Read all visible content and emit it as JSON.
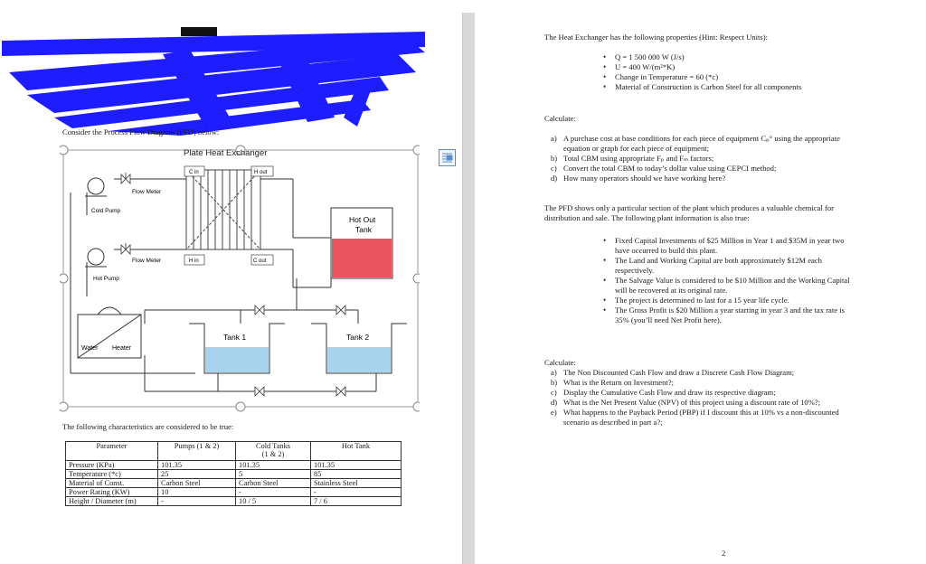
{
  "left": {
    "intro": "Consider the Process Flow Diagram (PFD) below:",
    "diagram": {
      "title": "Plate Heat Exchanger",
      "c_in": "C in",
      "h_out": "H out",
      "h_in": "H in",
      "c_out": "C out",
      "flow_meter_1": "Flow Meter",
      "flow_meter_2": "Flow Meter",
      "cold_pump": "Cold Pump",
      "hot_pump": "Hot Pump",
      "hot_out_tank": "Hot Out\nTank",
      "tank1": "Tank 1",
      "tank2": "Tank 2",
      "water_heater_1": "Water",
      "water_heater_2": "Heater"
    },
    "chars_intro": "The following characteristics are considered to be true:",
    "table": {
      "headers": [
        "Parameter",
        "Pumps (1 & 2)",
        "Cold Tanks\n(1 & 2)",
        "Hot Tank"
      ],
      "rows": [
        [
          "Pressure (KPa)",
          "101.35",
          "101.35",
          "101.35"
        ],
        [
          "Temperature (*c)",
          "25",
          "5",
          "85"
        ],
        [
          "Material of Const.",
          "Carbon Steel",
          "Carbon Steel",
          "Stainless Steel"
        ],
        [
          "Power Rating (KW)",
          "10",
          "-",
          "-"
        ],
        [
          "Height / Diameter (m)",
          "-",
          "10 / 5",
          "7 / 6"
        ]
      ]
    }
  },
  "right": {
    "hx_intro": "The Heat Exchanger has the following properties (Hint: Respect Units):",
    "hx_props": [
      "Q = 1 500 000 W (J/s)",
      "U = 400 W/(m²*K)",
      "Change in Temperature = 60 (*c)",
      "Material of Construction is Carbon Steel for all components"
    ],
    "calc1": "Calculate:",
    "calc1_items": [
      {
        "label": "a)",
        "lines": [
          "A purchase cost at base conditions for each piece of equipment Cₚ° using the appropriate",
          "equation or graph for each piece of equipment;"
        ]
      },
      {
        "label": "b)",
        "lines": [
          "Total CBM using appropriate Fₚ and Fₘ factors;"
        ]
      },
      {
        "label": "c)",
        "lines": [
          "Convert the total CBM to today’s dollar value using CEPCI method;"
        ]
      },
      {
        "label": "d)",
        "lines": [
          "How many operators should we have working here?"
        ]
      }
    ],
    "pfd_para": [
      "The PFD shows only a particular section of the plant which produces a valuable chemical for",
      "distribution and sale.  The following plant information is also true:"
    ],
    "plant_info": [
      [
        "Fixed Capital Investments of $25 Million in Year 1 and $35M in year two",
        "have occurred to build this plant."
      ],
      [
        "The Land and Working Capital are both approximately $12M each",
        "respectively."
      ],
      [
        "The Salvage Value is considered to be $10 Million and the Working Capital",
        "will be recovered at its original rate."
      ],
      [
        "The project is determined to last for a 15 year life cycle."
      ],
      [
        "The Gross Profit is $20 Million a year starting in year 3 and the tax rate is",
        "35% (you’ll need Net Profit here)."
      ]
    ],
    "calc2": "Calculate:",
    "calc2_items": [
      {
        "label": "a)",
        "lines": [
          "The Non Discounted Cash Flow and draw a Discrete Cash Flow Diagram;"
        ]
      },
      {
        "label": "b)",
        "lines": [
          "What is the Return on Investment?;"
        ]
      },
      {
        "label": "c)",
        "lines": [
          "Display the Cumulative Cash Flow and draw its respective diagram;"
        ]
      },
      {
        "label": "d)",
        "lines": [
          "What is the Net Present Value (NPV) of this project using a discount rate of 10%?;"
        ]
      },
      {
        "label": "e)",
        "lines": [
          "What happens to the Payback Period (PBP) if I discount this at 10% vs a non-discounted",
          "scenario as described in part a?;"
        ]
      }
    ],
    "page_number": "2"
  }
}
